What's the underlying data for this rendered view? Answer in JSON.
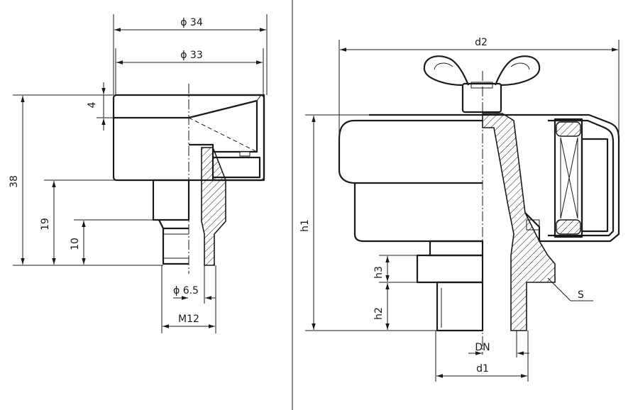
{
  "left_view": {
    "dims": {
      "d_outer": "ϕ 34",
      "d_inner": "ϕ 33",
      "cap_height": "4",
      "height_total": "38",
      "height_mid": "19",
      "height_low": "10",
      "bore": "ϕ 6.5",
      "thread": "M12"
    }
  },
  "right_view": {
    "dims": {
      "d2": "d2",
      "h1": "h1",
      "h3": "h3",
      "h2": "h2",
      "s": "S",
      "dn": "DN",
      "d1": "d1"
    }
  }
}
